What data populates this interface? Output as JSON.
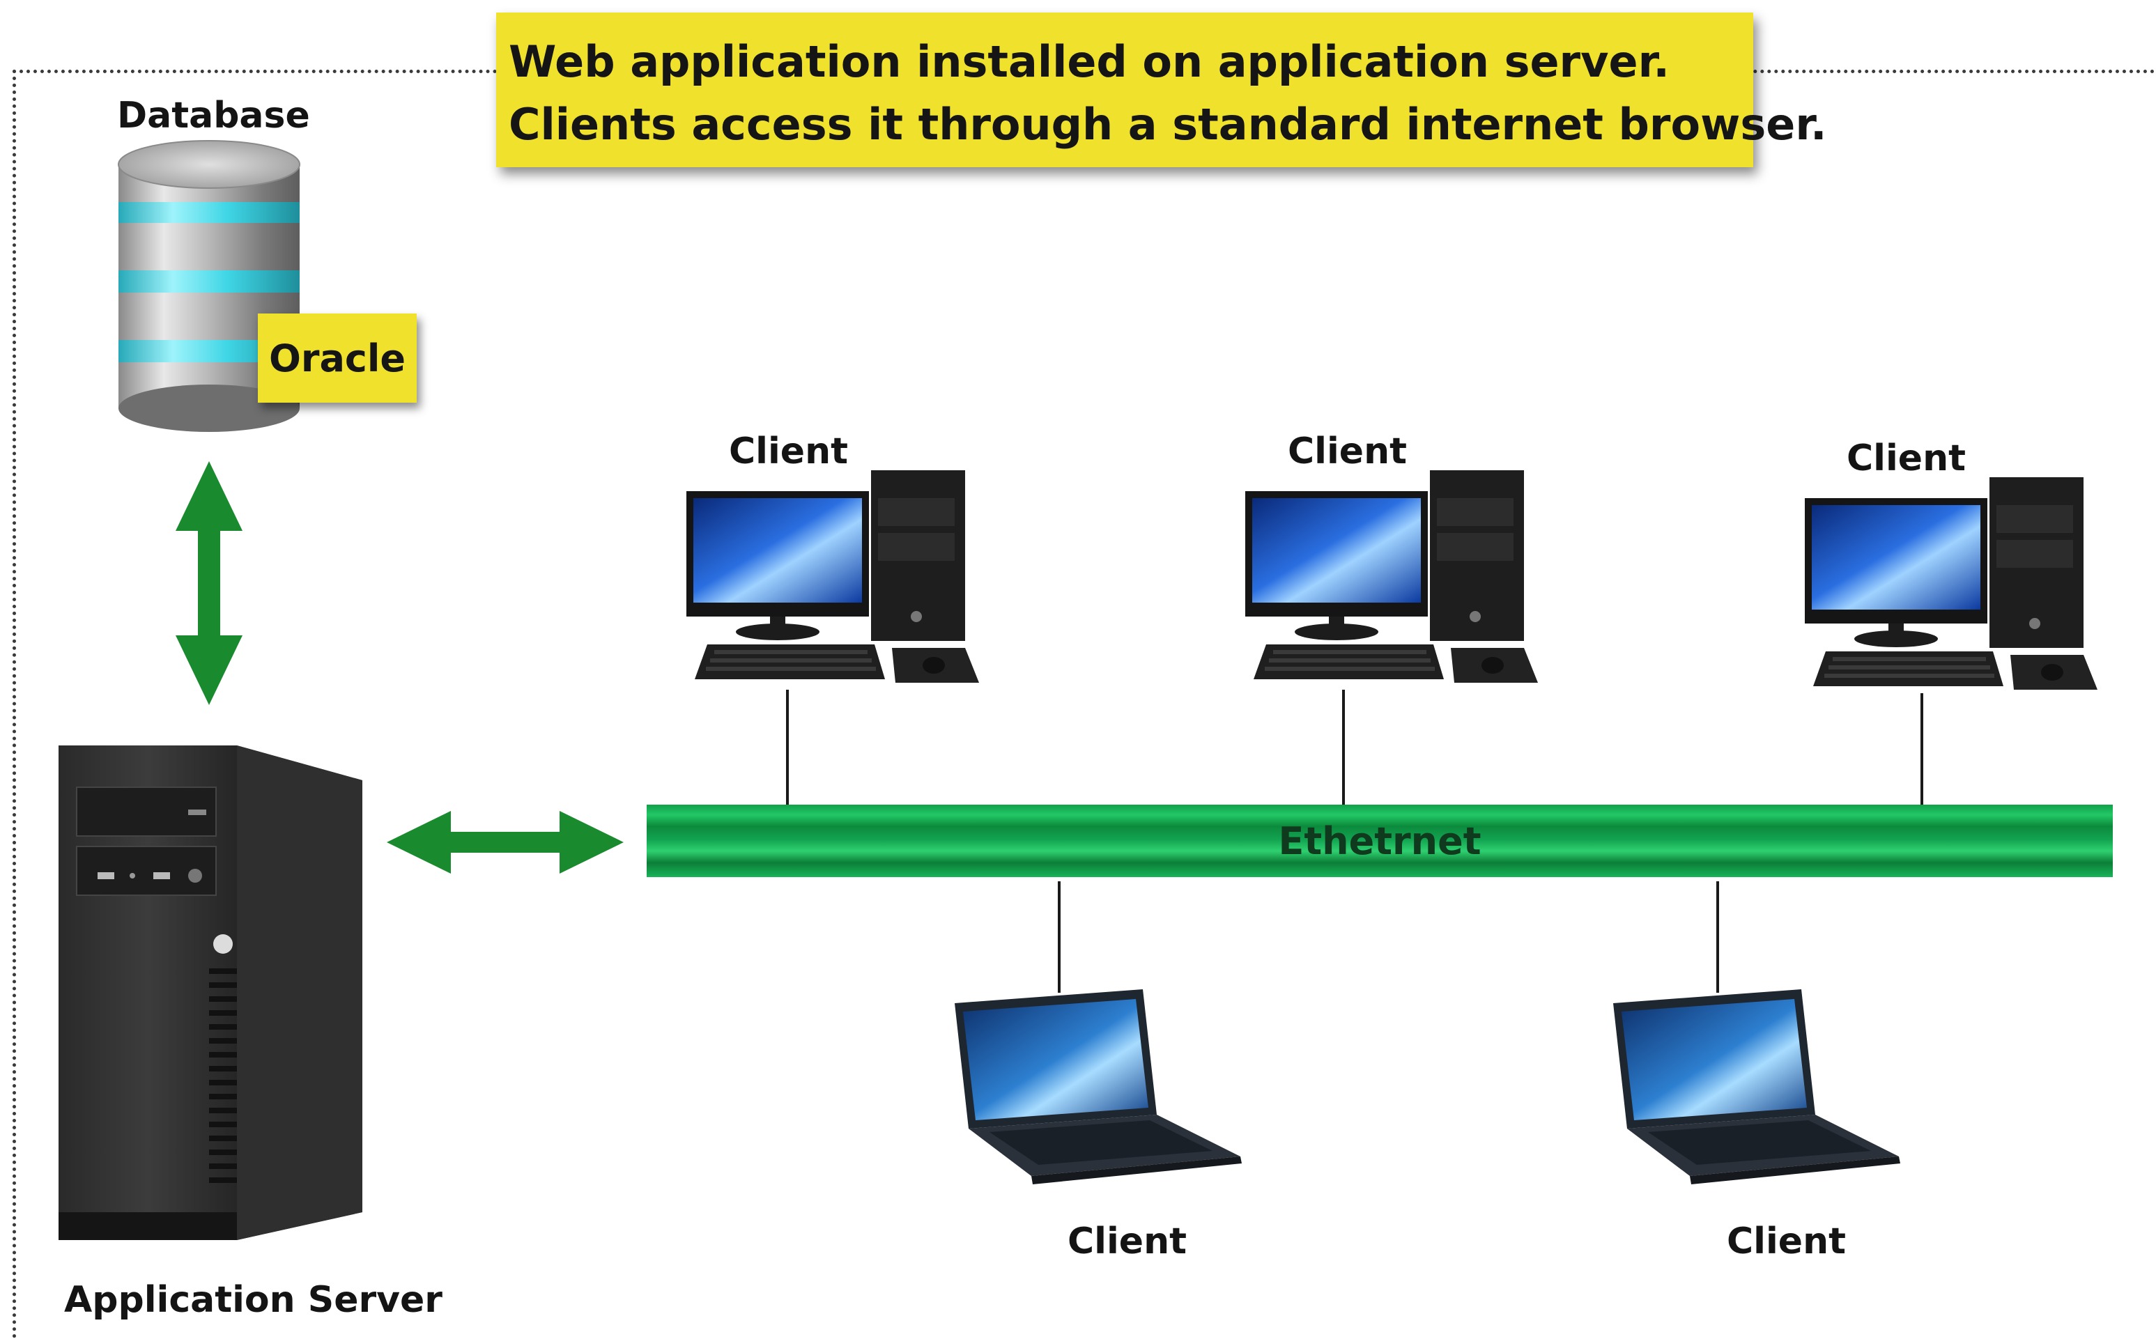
{
  "banner": {
    "line1": "Web application installed on application server.",
    "line2": "Clients access it through a standard internet browser."
  },
  "database": {
    "label": "Database",
    "tag": "Oracle"
  },
  "server": {
    "label": "Application Server"
  },
  "network": {
    "label": "Ethetrnet"
  },
  "clients": {
    "desktop_1": "Client",
    "desktop_2": "Client",
    "desktop_3": "Client",
    "laptop_1": "Client",
    "laptop_2": "Client"
  },
  "colors": {
    "banner": "#f0e12c",
    "arrow": "#1a8a2e",
    "bus": "#19b35a",
    "disk_band": "#3fd6e6"
  },
  "icons": {
    "database": "database-cylinder-icon",
    "server": "server-tower-icon",
    "desktop": "desktop-computer-icon",
    "laptop": "laptop-icon",
    "arrow": "double-arrow-icon"
  }
}
